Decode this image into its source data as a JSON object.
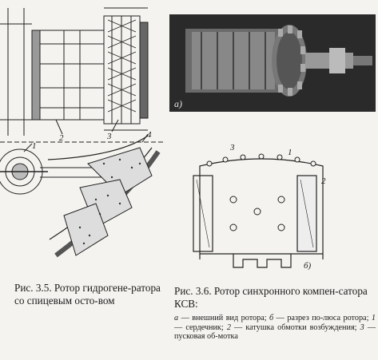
{
  "figure_3_5": {
    "labels": {
      "l1": "1",
      "l2": "2",
      "l3": "3",
      "l4": "4"
    },
    "caption": "Рис. 3.5. Ротор гидрогене-ратора со спицевым осто-вом"
  },
  "figure_3_6": {
    "photo_label": "а)",
    "drawing_label": "б)",
    "labels": {
      "l1": "1",
      "l2": "2",
      "l3": "3"
    },
    "caption": "Рис. 3.6. Ротор синхронного компен-сатора КСВ:",
    "legend": {
      "a": "а",
      "a_text": " — внешний вид ротора; ",
      "b": "б",
      "b_text": " — разрез по-люса ротора; ",
      "n1": "1",
      "n1_text": " — сердечник; ",
      "n2": "2",
      "n2_text": " — катушка обмотки возбуждения; ",
      "n3": "3",
      "n3_text": " — пусковая об-мотка"
    }
  }
}
